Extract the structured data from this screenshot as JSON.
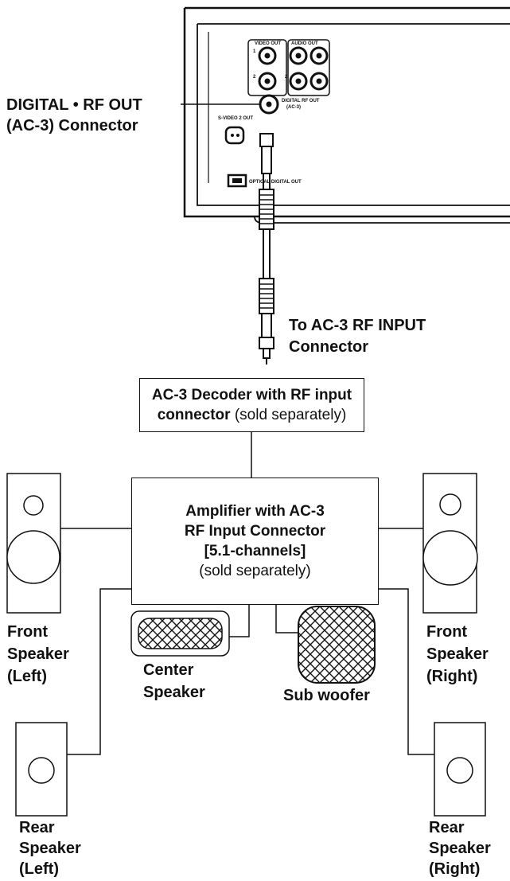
{
  "device": {
    "digital_rf_out_label": "DIGITAL • RF OUT",
    "digital_rf_out_sub": "(AC-3) Connector",
    "panel_digital_rf_out": "DIGITAL RF OUT",
    "panel_ac3": "(AC-3)",
    "panel_svideo": "S-VIDEO 2 OUT",
    "panel_optical": "OPTICAL DIGITAL OUT",
    "panel_video_out": "VIDEO OUT",
    "panel_audio_out": "AUDIO OUT"
  },
  "cable_end": {
    "line1": "To AC-3 RF INPUT",
    "line2": "Connector"
  },
  "decoder": {
    "title_bold_1": "AC-3 Decoder with RF input",
    "title_bold_2": "connector",
    "note": "(sold separately)"
  },
  "amplifier": {
    "line1": "Amplifier with AC-3",
    "line2": "RF Input Connector",
    "line3": "[5.1-channels]",
    "note": "(sold separately)"
  },
  "speakers": {
    "front_left": [
      "Front",
      "Speaker",
      "(Left)"
    ],
    "front_right": [
      "Front",
      "Speaker",
      "(Right)"
    ],
    "center": [
      "Center",
      "Speaker"
    ],
    "sub": "Sub woofer",
    "rear_left": [
      "Rear",
      "Speaker",
      "(Left)"
    ],
    "rear_right": [
      "Rear",
      "Speaker",
      "(Right)"
    ]
  }
}
